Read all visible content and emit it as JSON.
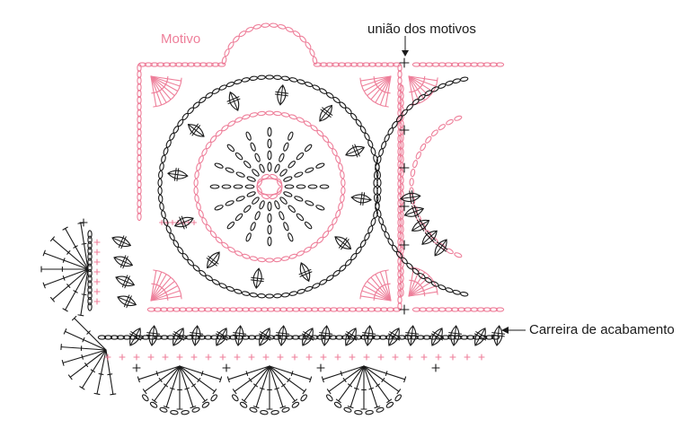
{
  "labels": {
    "motivo": "Motivo",
    "uniao": "união dos motivos",
    "carreira": "Carreira de acabamento"
  },
  "colors": {
    "pink": "#ee7f9a",
    "black": "#1a1a1a",
    "background": "#ffffff"
  },
  "symbols": {
    "chain": "oval",
    "single_crochet": "cross",
    "double_crochet": "stitch-with-bars"
  }
}
